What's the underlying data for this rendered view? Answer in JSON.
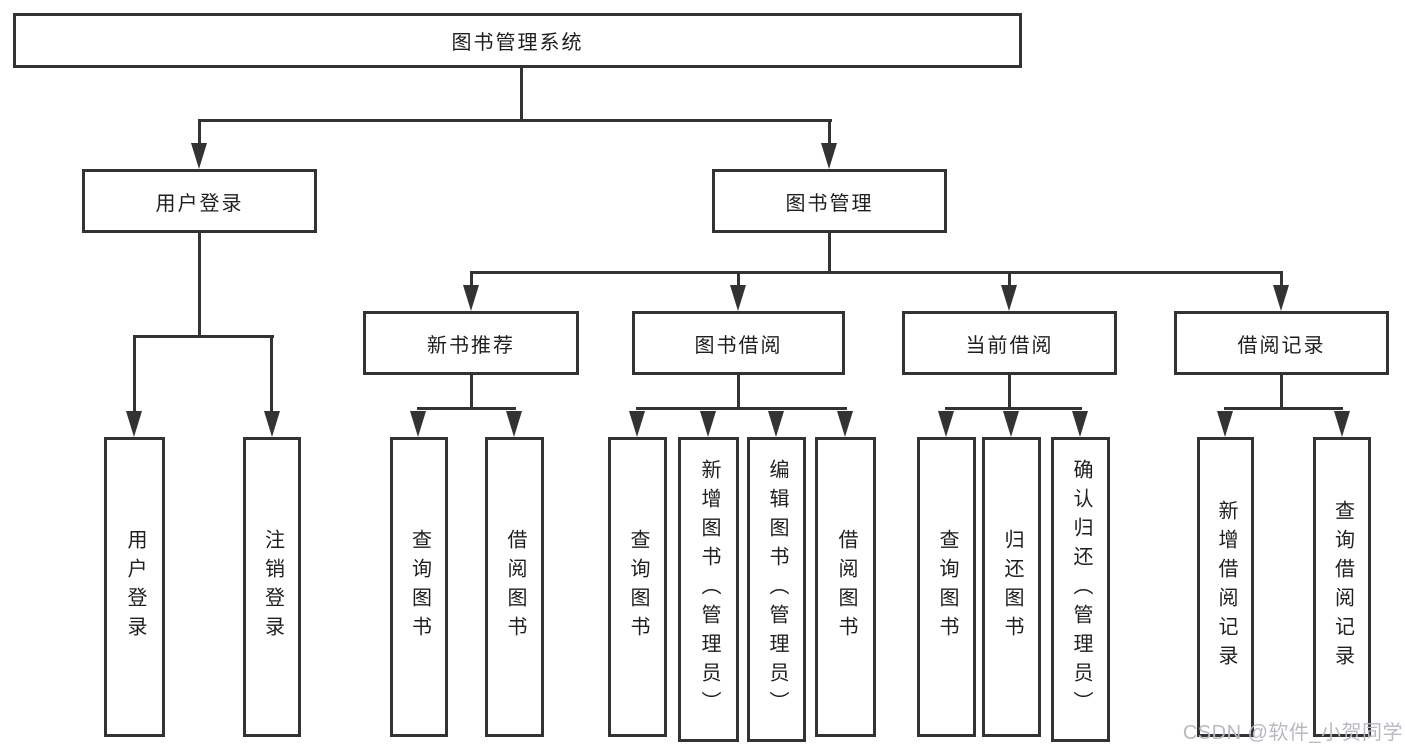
{
  "diagram": {
    "root": {
      "label": "图书管理系统"
    },
    "branches": [
      {
        "label": "用户登录",
        "leaves": [
          {
            "label": "用户登录"
          },
          {
            "label": "注销登录"
          }
        ]
      },
      {
        "label": "图书管理",
        "groups": [
          {
            "label": "新书推荐",
            "leaves": [
              {
                "label": "查询图书"
              },
              {
                "label": "借阅图书"
              }
            ]
          },
          {
            "label": "图书借阅",
            "leaves": [
              {
                "label": "查询图书"
              },
              {
                "label": "新增图书（管理员）"
              },
              {
                "label": "编辑图书（管理员）"
              },
              {
                "label": "借阅图书"
              }
            ]
          },
          {
            "label": "当前借阅",
            "leaves": [
              {
                "label": "查询图书"
              },
              {
                "label": "归还图书"
              },
              {
                "label": "确认归还（管理员）"
              }
            ]
          },
          {
            "label": "借阅记录",
            "leaves": [
              {
                "label": "新增借阅记录"
              },
              {
                "label": "查询借阅记录"
              }
            ]
          }
        ]
      }
    ],
    "colors": {
      "line": "#333333",
      "text": "#1f1f1f",
      "background": "#ffffff",
      "watermark": "#b9b9c1"
    }
  },
  "watermark": {
    "text": "CSDN @软件_小贺同学"
  }
}
